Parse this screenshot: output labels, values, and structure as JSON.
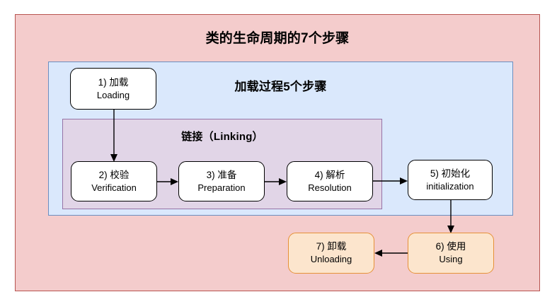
{
  "diagram": {
    "title": "类的生命周期的7个步骤",
    "colors": {
      "outer_fill": "#f4cccc",
      "outer_border": "#b85450",
      "loading_fill": "#dae8fc",
      "loading_border": "#6c8ebf",
      "linking_fill": "#e1d5e7",
      "linking_border": "#9673a6",
      "node_fill": "#ffffff",
      "node_border": "#000000",
      "orange_fill": "#fce5cd",
      "orange_border": "#e69138"
    },
    "groups": {
      "outer": {
        "label": "类的生命周期的7个步骤"
      },
      "loading_process": {
        "label": "加载过程5个步骤"
      },
      "linking": {
        "label": "链接（Linking）"
      }
    },
    "nodes": [
      {
        "id": "loading",
        "cn": "1) 加载",
        "en": "Loading"
      },
      {
        "id": "verification",
        "cn": "2) 校验",
        "en": "Verification"
      },
      {
        "id": "preparation",
        "cn": "3) 准备",
        "en": "Preparation"
      },
      {
        "id": "resolution",
        "cn": "4) 解析",
        "en": "Resolution"
      },
      {
        "id": "initialization",
        "cn": "5) 初始化",
        "en": "initialization"
      },
      {
        "id": "using",
        "cn": "6) 使用",
        "en": "Using"
      },
      {
        "id": "unloading",
        "cn": "7) 卸载",
        "en": "Unloading"
      }
    ],
    "edges": [
      {
        "from": "loading",
        "to": "verification",
        "direction": "down"
      },
      {
        "from": "verification",
        "to": "preparation",
        "direction": "right"
      },
      {
        "from": "preparation",
        "to": "resolution",
        "direction": "right"
      },
      {
        "from": "resolution",
        "to": "initialization",
        "direction": "right"
      },
      {
        "from": "initialization",
        "to": "using",
        "direction": "down"
      },
      {
        "from": "using",
        "to": "unloading",
        "direction": "left"
      }
    ]
  }
}
